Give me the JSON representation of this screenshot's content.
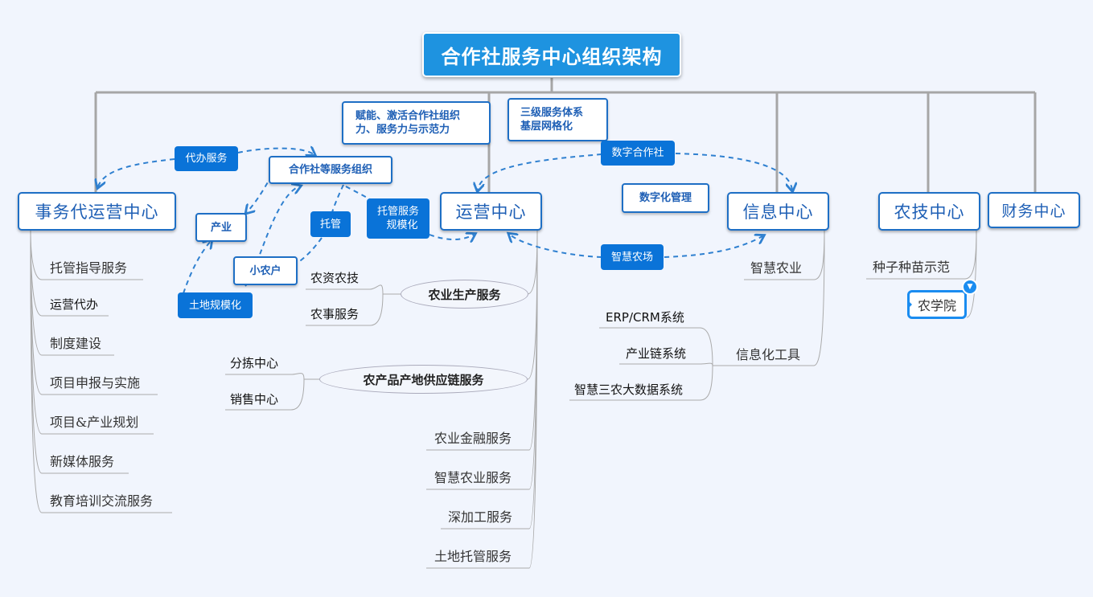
{
  "root": {
    "title": "合作社服务中心组织架构"
  },
  "centers": {
    "affairs": "事务代运营中心",
    "operations": "运营中心",
    "info": "信息中心",
    "agritech": "农技中心",
    "finance": "财务中心"
  },
  "notes": {
    "empower": "赋能、激活合作社组织力、服务力与示范力",
    "empower_lines": [
      "赋能、激活合作社组织",
      "力、服务力与示范力"
    ],
    "three_level_lines": [
      "三级服务体系",
      "基层网格化"
    ],
    "coop_org": "合作社等服务组织",
    "industry": "产业",
    "smallholder": "小农户",
    "digital_mgmt": "数字化管理"
  },
  "relations": {
    "proxy_service": "代办服务",
    "trusteeship": "托管",
    "trusteeship_scale_lines": [
      "托管服务",
      "规模化"
    ],
    "land_scale": "土地规模化",
    "digital_coop": "数字合作社",
    "smart_farm": "智慧农场"
  },
  "affairs_children": [
    "托管指导服务",
    "运营代办",
    "制度建设",
    "项目申报与实施",
    "项目&产业规划",
    "新媒体服务",
    "教育培训交流服务"
  ],
  "operations_children": {
    "agri_production": {
      "label": "农业生产服务",
      "children": [
        "农资农技",
        "农事服务"
      ]
    },
    "supply_chain": {
      "label": "农产品产地供应链服务",
      "children": [
        "分拣中心",
        "销售中心"
      ]
    },
    "others": [
      "农业金融服务",
      "智慧农业服务",
      "深加工服务",
      "土地托管服务"
    ]
  },
  "info_children": {
    "smart_agri": "智慧农业",
    "it_tools": {
      "label": "信息化工具",
      "children": [
        "ERP/CRM系统",
        "产业链系统",
        "智慧三农大数据系统"
      ]
    }
  },
  "agritech_children": {
    "seed_demo": "种子种苗示范",
    "agri_college": "农学院"
  },
  "colors": {
    "root": "#1e93e0",
    "accent": "#0a73d8",
    "border": "#1e6fc5",
    "connector": "#a6a6a6",
    "relation": "#2f80d0"
  }
}
